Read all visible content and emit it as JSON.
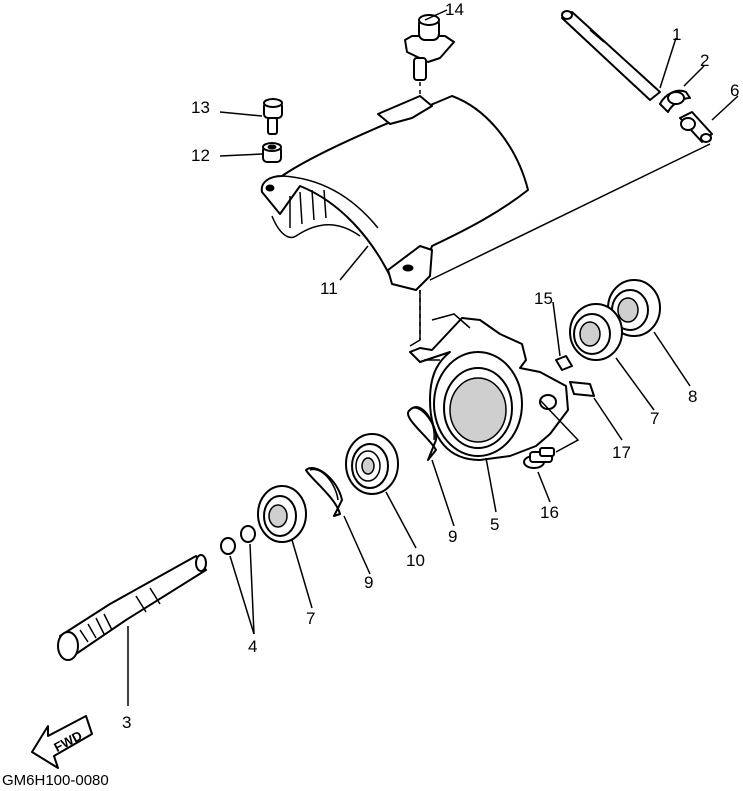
{
  "diagram": {
    "drawing_code": "GM6H100-0080",
    "direction_arrow_label": "FWD",
    "callouts": [
      "14",
      "1",
      "2",
      "6",
      "13",
      "12",
      "11",
      "15",
      "8",
      "7",
      "17",
      "16",
      "5",
      "9",
      "10",
      "9",
      "7",
      "4",
      "3"
    ],
    "parts": [
      "pin-shaft",
      "clip",
      "nipple",
      "drive-shaft",
      "o-rings",
      "bearing-housing",
      "bearing",
      "bearing",
      "bearing",
      "circlip",
      "oil-seal",
      "circlip",
      "housing-cover",
      "collar",
      "bolt",
      "fitting",
      "plug",
      "bolt",
      "plate"
    ]
  }
}
